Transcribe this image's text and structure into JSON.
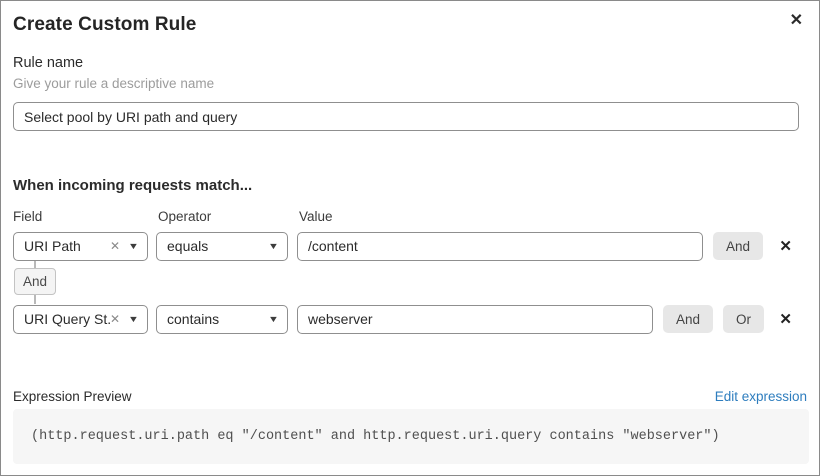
{
  "dialog": {
    "title": "Create Custom Rule"
  },
  "icons": {
    "close": "✕",
    "clear": "✕",
    "caret_down": "▼",
    "delete_row": "✕"
  },
  "rule_name": {
    "label": "Rule name",
    "helper": "Give your rule a descriptive name",
    "value": "Select pool by URI path and query"
  },
  "matcher": {
    "heading": "When incoming requests match...",
    "columns": {
      "field": "Field",
      "operator": "Operator",
      "value": "Value"
    },
    "connector_label": "And",
    "rows": [
      {
        "field": "URI Path",
        "operator": "equals",
        "value": "/content",
        "and_label": "And"
      },
      {
        "field": "URI Query St...",
        "operator": "contains",
        "value": "webserver",
        "and_label": "And",
        "or_label": "Or"
      }
    ]
  },
  "expression": {
    "label": "Expression Preview",
    "edit_link": "Edit expression",
    "code": "(http.request.uri.path eq \"/content\" and http.request.uri.query contains \"webserver\")"
  },
  "colors": {
    "link_blue": "#2e7dbe",
    "button_gray": "#e7e7e7",
    "code_bg": "#f6f6f6",
    "border_gray": "#8f8f8f"
  }
}
